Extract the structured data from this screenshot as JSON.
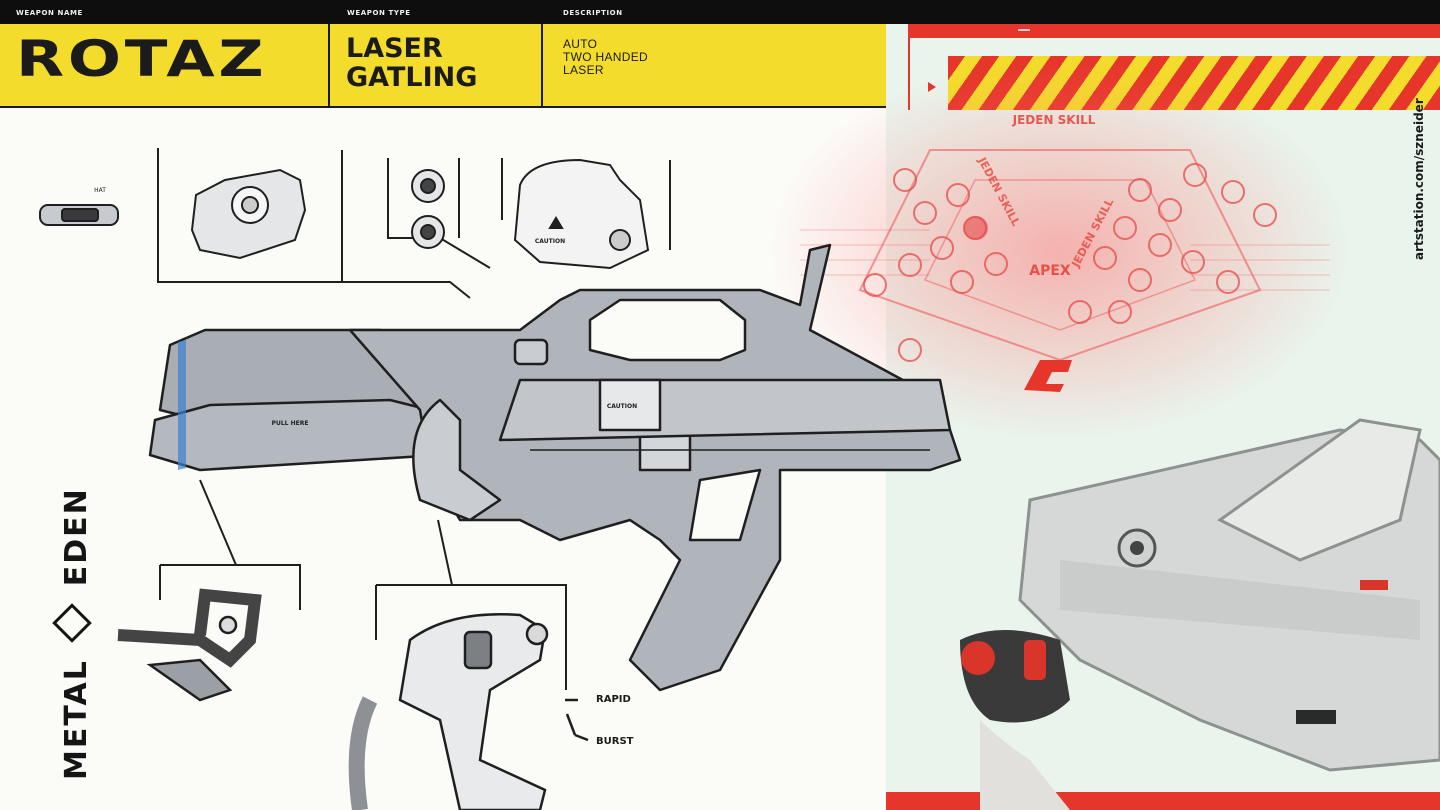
{
  "header": {
    "labels": {
      "name": "WEAPON NAME",
      "type": "WEAPON TYPE",
      "description": "DESCRIPTION"
    },
    "weapon_name": "ROTAZ",
    "weapon_type": [
      "LASER",
      "GATLING"
    ],
    "description": [
      "AUTO",
      "TWO HANDED",
      "LASER"
    ]
  },
  "callouts": {
    "hat": "HAT",
    "rapid": "RAPID",
    "burst": "BURST",
    "caution": "CAUTION",
    "pull_here": "PULL HERE"
  },
  "skill_tree": {
    "title": "JEDEN SKILL",
    "center": "APEX",
    "side_left": "JEDEN SKILL",
    "side_right": "JEDEN SKILL"
  },
  "artist_credit": "artstation.com/szneider",
  "logo": {
    "left": "METAL",
    "right": "EDEN"
  },
  "colors": {
    "yellow": "#f3dc2b",
    "red": "#e6362b",
    "dark": "#1b1b1b",
    "panel": "#e9f4ec",
    "gun": "#aeb4bb"
  }
}
